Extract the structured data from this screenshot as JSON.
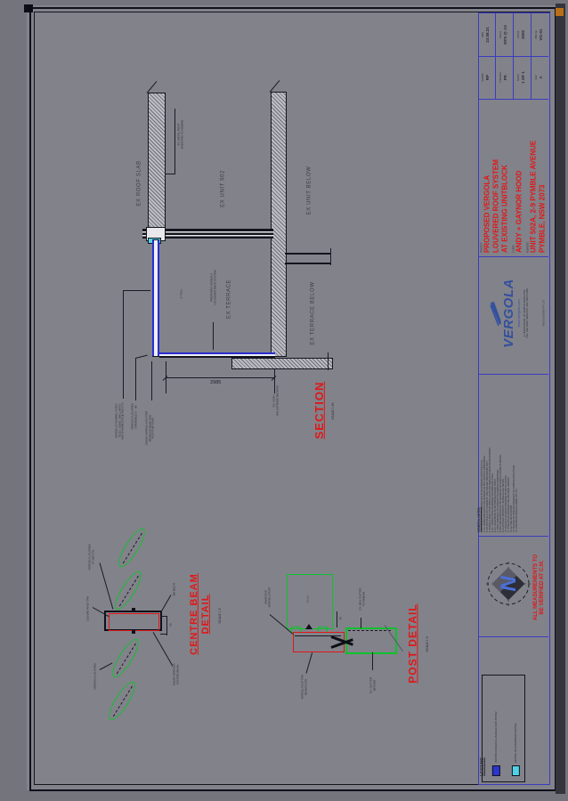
{
  "colors": {
    "sheet_bg": "#82828a",
    "border": "#14141e",
    "table_line": "#3a3cc0",
    "accent_red": "#e01717",
    "vergola_blue_line": "#2a2ecf",
    "detail_green": "#0cc32c",
    "legend_blue": "#2a35cc",
    "legend_cyan": "#4ed2e6",
    "logo_blue": "#33509e"
  },
  "title_block": {
    "table": {
      "cells": [
        {
          "label": "DATE",
          "value": "24.08.21"
        },
        {
          "label": "DRAWN",
          "value": "RP"
        },
        {
          "label": "SCALE",
          "value": "NTS @ A3"
        },
        {
          "label": "CHECKED",
          "value": "PK"
        },
        {
          "label": "JOB No",
          "value": "3000"
        },
        {
          "label": "SHEET",
          "value": "1 OF 1"
        },
        {
          "label": "DWG No",
          "value": "VG-01"
        },
        {
          "label": "REV",
          "value": "A"
        }
      ]
    },
    "project": {
      "project_label": "PROJECT:",
      "line1": "PROPOSED VERGOLA",
      "line2": "LOUVERED ROOF SYSTEM",
      "line3": "AT EXISTING UNITBLOCK",
      "client_label": "CLIENT:",
      "client": "ANDY + GAYNOR HOOD",
      "address_label": "ADDRESS:",
      "address1": "UNIT 502A, 2-9 PYMBLE AVENUE",
      "address2": "PYMBLE, NSW 2073"
    },
    "logo": {
      "brand": "VERGOLA",
      "website": "www.vergola.com",
      "address": "2 LINKS ROAD, ST MARYS NSW 2760",
      "phone": "TEL: (02) 9623 3300  FAX: (02) 9623 3355",
      "company": "VERGOLA (NSW) PTY LTD"
    },
    "notes": {
      "heading": "GENERAL NOTES:",
      "lines": [
        "1. ALL WORKS TO BE CARRIED OUT IN ACCORDANCE WITH THE B.C.A.",
        "2. ALL MEASUREMENTS TO BE VERIFIED ON SITE PRIOR TO FABRICATION.",
        "3. DO NOT SCALE OFF DRAWINGS. USE FIGURED DIMENSIONS ONLY.",
        "4. VERGOLA ROOF TO BE INSTALLED AS PER MANUFACTURERS SPECIFICATIONS.",
        "5. ALL FIXINGS TO BE GALVANISED OR STAINLESS STEEL.",
        "6. ALL STEELWORK TO BE POWDERCOATED FINISH.",
        "7. ROOF DRAINAGE TO CONNECT TO EXISTING DOWNPIPES.",
        "8. ANY DISCREPANCIES TO BE REPORTED TO VERGOLA PRIOR TO WORKS.",
        "9. ELECTRICAL WORKS BY LICENSED ELECTRICIAN.",
        "10. VERGOLA LOUVRES OPERATED BY 24V DC MOTOR.",
        "11. STRUCTURE DESIGNED FOR W41 WIND LOADING.",
        "12. ALL WELDS TO AS1554.",
        "13. BUILDER TO CONFIRM ADEQUACY OF EXISTING STRUCTURE.",
        "14. COPYRIGHT VERGOLA (NSW) PTY LTD."
      ]
    },
    "verify_note": {
      "line1": "ALL MEASUREMENTS TO",
      "line2": "BE VERIFIED AT C.M."
    },
    "legend": {
      "title": "LEGEND",
      "entry1": {
        "label": "PROPOSED VERGOLA LOUVERED ROOF SYSTEM",
        "color": "#2a35cc"
      },
      "entry2": {
        "label": "EXISTING POLYCARBONATE ROOFING",
        "color": "#4ed2e6"
      }
    }
  },
  "section": {
    "title": "SECTION",
    "scale": "SCALE 1:50",
    "dimension": "2985",
    "labels": {
      "roof_slab": "EX ROOF SLAB",
      "unit": "EX UNIT 502",
      "unit_below": "EX UNIT BELOW",
      "terrace": "EX TERRACE",
      "terrace_below": "EX TERRACE BELOW",
      "fall": "2° FALL"
    },
    "notes": {
      "roof_line1": "PROPOSED VERGOLA",
      "roof_line2": "LOUVERED ROOF SYSTEM",
      "top_line1": "EX. METAL ROOF",
      "top_line2": "SHEETING TO REMAIN",
      "a1": "VERGOLA CHANNEL FIXED",
      "a2": "TO EX. CONC. WALL WITH",
      "a3": "M10 DYNABOLTS @ 450 CTS",
      "b1": "VERGOLA LOUVRES",
      "b2": "OPERABLE 0° - 90°",
      "c1": "150x50 VERGOLA GUTTER",
      "c2": "BEAM ON 90x90 SHS",
      "c3": "POSTS BEYOND",
      "r1": "EX. HOB +",
      "r2": "BALUSTRADE BEYOND"
    }
  },
  "centre_beam_detail": {
    "title_line1": "CENTRE BEAM",
    "title_line2": "DETAIL",
    "scale": "SCALE 1:5",
    "dim": "50",
    "notes": {
      "louvres_top1": "VERGOLA LOUVRES",
      "louvres_top2": "AT 200 CTS",
      "pin": "LOUVRE PIVOT PIN",
      "louvres_bottom": "VERGOLA LOUVRES",
      "bolt": "M8 BOLTS",
      "beam1": "150x50 VERGOLA",
      "beam2": "CENTRE BEAM"
    }
  },
  "post_detail": {
    "title": "POST DETAIL",
    "scale": "SCALE 1:5",
    "dim": "40",
    "post_size": "90x90",
    "notes": {
      "left1": "90x90 SHS",
      "left2": "VERGOLA POST",
      "rt1": "EX. BOX GUTTER",
      "rt2": "TO REMAIN",
      "bl1": "VERGOLA GUTTER",
      "bl2": "BEAM OVER",
      "br1": "EX. GUTTER",
      "br2": "BEYOND"
    }
  }
}
